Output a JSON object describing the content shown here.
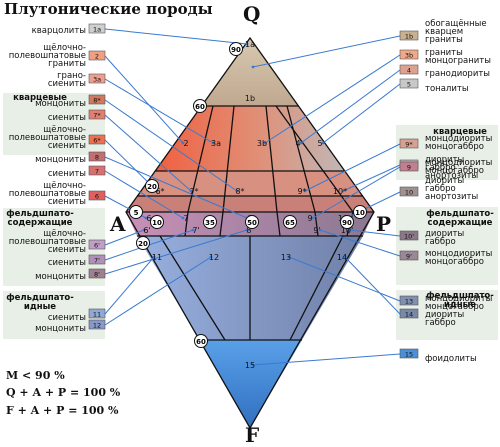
{
  "title": "Плутонические породы",
  "vertices": {
    "Q": "Q",
    "A": "A",
    "P": "P",
    "F": "F"
  },
  "footer": [
    "M < 90 %",
    "Q + A + P  = 100 %",
    "F + A + P  = 100 %"
  ],
  "markers": [
    "90",
    "60",
    "20",
    "5",
    "10",
    "35",
    "50",
    "65",
    "90",
    "10",
    "20",
    "60"
  ],
  "regions": [
    "1a",
    "1b",
    "2",
    "3a",
    "3b",
    "4",
    "5",
    "6*",
    "7*",
    "8*",
    "9*",
    "10*",
    "6",
    "7",
    "8",
    "8'",
    "9",
    "9'",
    "10",
    "6'",
    "7'",
    "10'",
    "11",
    "12",
    "13",
    "14",
    "15"
  ],
  "left_groups": {
    "quartz_bearing": "кварцевые",
    "feldspathoid_bearing": [
      "фельдшпато-",
      "содержащие"
    ],
    "feldspathoid": [
      "фельдшпато-",
      "идные"
    ]
  },
  "right_groups": {
    "quartz_bearing": "кварцевые",
    "feldspathoid_bearing": [
      "фельдшпато-",
      "содержащие"
    ],
    "feldspathoid": [
      "фельдшпато-",
      "идные"
    ]
  },
  "left_legend": [
    {
      "name": [
        "кварцолиты"
      ],
      "code": "1a",
      "color": "#cfcfcf"
    },
    {
      "name": [
        "щёлочно-",
        "полевошпатовые",
        "граниты"
      ],
      "code": "2",
      "color": "#f0a080"
    },
    {
      "name": [
        "грано-",
        "сиениты"
      ],
      "code": "3a",
      "color": "#eea090"
    },
    {
      "name": [
        "монцониты"
      ],
      "code": "8*",
      "color": "#d07860"
    },
    {
      "name": [
        "сиениты"
      ],
      "code": "7*",
      "color": "#e08070"
    },
    {
      "name": [
        "щёлочно-",
        "полевошпатовые",
        "сиениты"
      ],
      "code": "6*",
      "color": "#ee7050"
    },
    {
      "name": [
        "монцониты"
      ],
      "code": "8",
      "color": "#c07070"
    },
    {
      "name": [
        "сиениты"
      ],
      "code": "7",
      "color": "#d87070"
    },
    {
      "name": [
        "щёлочно-",
        "полевошпатовые",
        "сиениты"
      ],
      "code": "6",
      "color": "#e06060"
    },
    {
      "name": [
        "щёлочно-",
        "полевошпатовые",
        "сиениты"
      ],
      "code": "6'",
      "color": "#c0a0c8"
    },
    {
      "name": [
        "сиениты"
      ],
      "code": "7'",
      "color": "#b090b8"
    },
    {
      "name": [
        "монцониты"
      ],
      "code": "8'",
      "color": "#a08090"
    },
    {
      "name": [
        "сиениты"
      ],
      "code": "11",
      "color": "#90a8d8"
    },
    {
      "name": [
        "монцониты"
      ],
      "code": "12",
      "color": "#8898c8"
    }
  ],
  "right_legend": [
    {
      "name": [
        "обогащённые",
        "кварцем",
        "граниты"
      ],
      "code": "1b",
      "color": "#c8b090"
    },
    {
      "name": [
        "граниты",
        "монцограниты"
      ],
      "code": "3b",
      "color": "#f0a888"
    },
    {
      "name": [
        "гранодиориты"
      ],
      "code": "4",
      "color": "#e0a090"
    },
    {
      "name": [
        "тоналиты"
      ],
      "code": "5",
      "color": "#c8c8c8"
    },
    {
      "name": [
        "монцодиориты",
        "монцогаббро"
      ],
      "code": "9*",
      "color": "#d8a090"
    },
    {
      "name": [
        "диориты",
        "габбро",
        "анортозиты"
      ],
      "code": "10*",
      "color": "#b8b0b0"
    },
    {
      "name": [
        "монцодиориты",
        "монцогаббро"
      ],
      "code": "9",
      "color": "#c08090"
    },
    {
      "name": [
        "диориты",
        "габбро",
        "анортозиты"
      ],
      "code": "10",
      "color": "#a09090"
    },
    {
      "name": [
        "диориты",
        "габбро"
      ],
      "code": "10'",
      "color": "#8a7888"
    },
    {
      "name": [
        "монцодиориты",
        "монцогаббро"
      ],
      "code": "9'",
      "color": "#9a8898"
    },
    {
      "name": [
        "диориты",
        "габбро"
      ],
      "code": "14",
      "color": "#7888a8"
    },
    {
      "name": [
        "монцодиориты",
        "монцогаббро"
      ],
      "code": "13",
      "color": "#8090b0"
    },
    {
      "name": [
        "фоидолиты"
      ],
      "code": "15",
      "color": "#4a90d8"
    }
  ]
}
